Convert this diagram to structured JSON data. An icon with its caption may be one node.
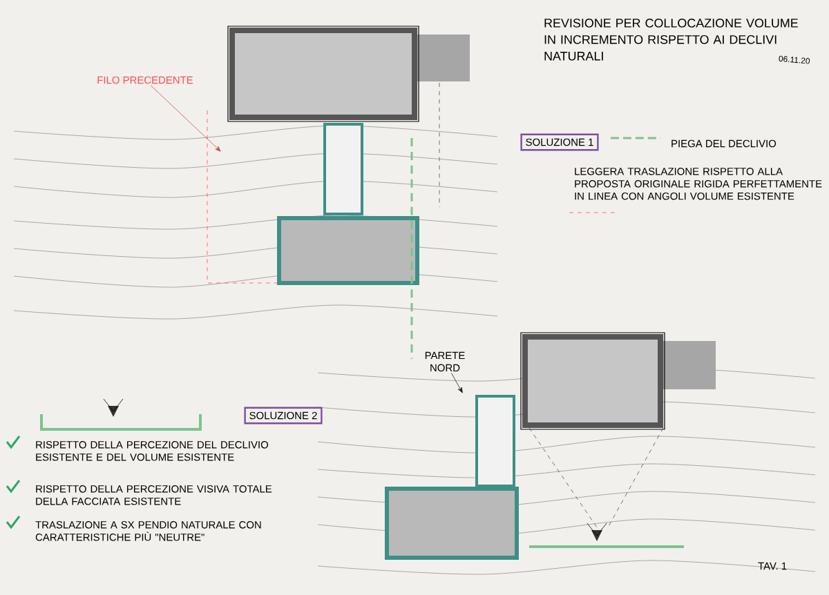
{
  "diagram": {
    "title": "REVISIONE PER COLLOCAZIONE VOLUME IN INCREMENTO RISPETTO AI DECLIVI NATURALI",
    "nodes": [
      {
        "text": [
          "SOLUZIONE 1"
        ]
      },
      {
        "text": [
          "SOLUZIONE 2"
        ]
      },
      {
        "text": [
          "FILO PRECEDENTE"
        ]
      },
      {
        "text": [
          "PARETE NORD"
        ]
      }
    ],
    "edges": [
      {
        "from": 2,
        "to": null,
        "arrow": "to",
        "color": "#c0504d"
      },
      {
        "from": 3,
        "to": null,
        "arrow": "to",
        "color": "#222222"
      }
    ],
    "labels": [
      "06.11.20",
      "LEGGERA TRASLAZIONE RISPETTO ALLA PROPOSTA ORIGINALE RIGIDA PERFETTAMENTE IN LINEA CON ANGOLI VOLUME ESISTENTE",
      "RISPETTO DELLA PERCEZIONE DEL DECLIVIO ESISTENTE E DEL VOLUME ESISTENTE",
      "RISPETTO DELLA PERCEZIONE VISIVA TOTALE DELLA FACCIATA ESISTENTE",
      "TRASLAZIONE A SX PENDIO NATURALE CON CARATTERISTICHE PIÙ \"NEUTRE\"",
      "TAV. 1"
    ],
    "legend": [
      {
        "text": "PIEGA DEL DECLIVIO"
      }
    ]
  }
}
